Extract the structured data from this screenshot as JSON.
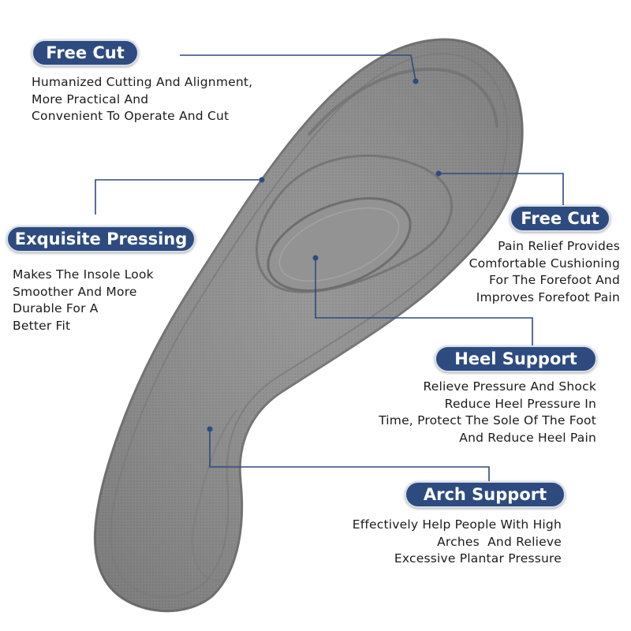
{
  "colors": {
    "accent": "#2e4b80",
    "insole": "#8d8d8d",
    "insole_edge": "#747474",
    "leader_line": "#2e4b80"
  },
  "callouts": {
    "free_cut_top": {
      "title": "Free Cut",
      "lines": [
        "Humanized Cutting And Alignment,",
        "More Practical And",
        "Convenient To Operate And Cut"
      ]
    },
    "exquisite_pressing": {
      "title": "Exquisite Pressing",
      "lines": [
        "Makes The Insole Look",
        "Smoother And More",
        "Durable For A",
        "Better Fit"
      ]
    },
    "free_cut_right": {
      "title": "Free Cut",
      "lines": [
        "Pain Relief Provides",
        "Comfortable Cushioning",
        "For The Forefoot And",
        "Improves Forefoot Pain"
      ]
    },
    "heel_support": {
      "title": "Heel Support",
      "lines": [
        "Relieve Pressure And Shock",
        "Reduce Heel Pressure In",
        "Time, Protect The Sole Of The Foot",
        "And Reduce Heel Pain"
      ]
    },
    "arch_support": {
      "title": "Arch Support",
      "lines": [
        "Effectively Help People With High",
        "Arches  And Relieve",
        "Excessive Plantar Pressure"
      ]
    }
  }
}
